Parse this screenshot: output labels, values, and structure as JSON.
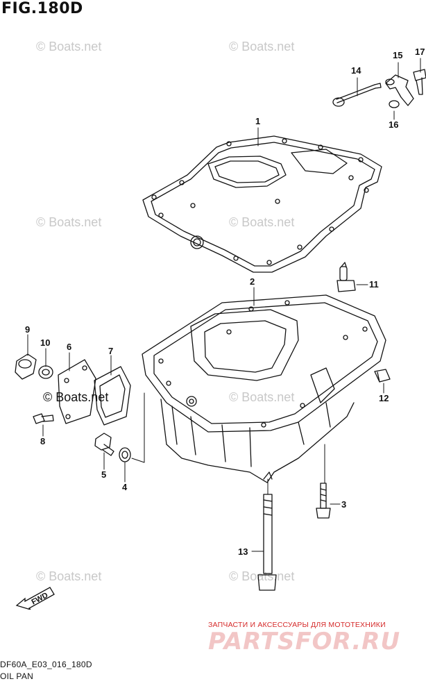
{
  "figure_title": "FIG.180D",
  "watermark_text": "© Boats.net",
  "footer": {
    "code": "DF60A_E03_016_180D",
    "name": "OIL PAN"
  },
  "ad": {
    "tagline": "ЗАПЧАСТИ И АКСЕССУАРЫ ДЛЯ МОТОТЕХНИКИ",
    "logo": "PARTSFOR.RU"
  },
  "direction_badge": "FWD",
  "callouts": [
    "1",
    "2",
    "3",
    "4",
    "5",
    "6",
    "7",
    "8",
    "9",
    "10",
    "11",
    "12",
    "13",
    "14",
    "15",
    "16",
    "17"
  ],
  "colors": {
    "line": "#111111",
    "watermark": "#c8c8c8",
    "ad_red": "#d52a2a",
    "ad_logo": "#f2c6c6"
  }
}
